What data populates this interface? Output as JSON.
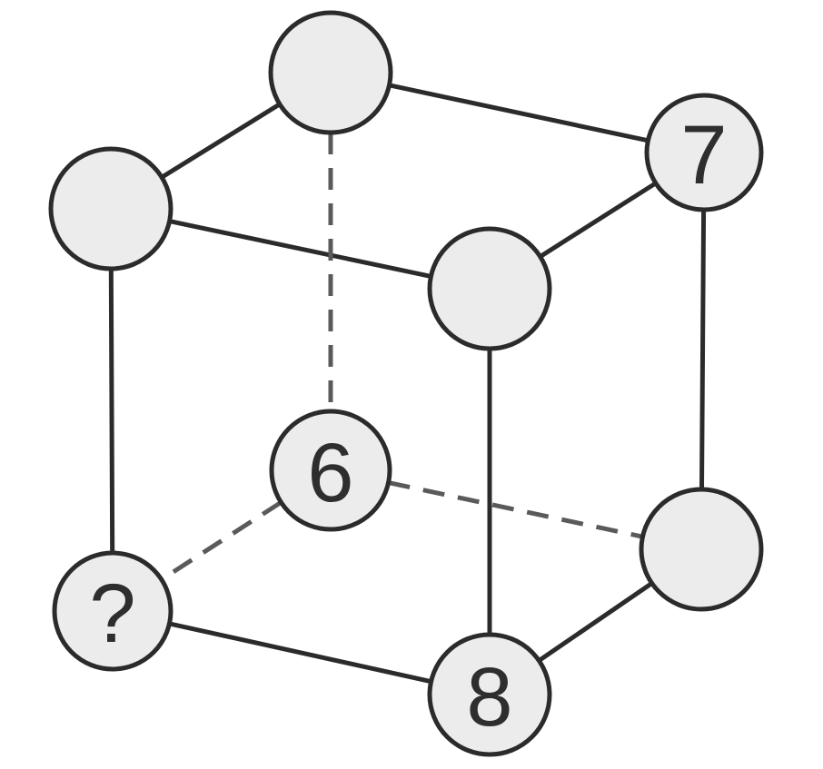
{
  "diagram": {
    "type": "cube-number-puzzle",
    "colors": {
      "edge": "#2b2b2b",
      "hidden_edge": "#5a5a5a",
      "node_fill": "#ececec",
      "label": "#2e2e2e"
    },
    "nodes": [
      {
        "id": "top-back",
        "label": ""
      },
      {
        "id": "top-left",
        "label": ""
      },
      {
        "id": "top-right",
        "label": "7"
      },
      {
        "id": "top-front",
        "label": ""
      },
      {
        "id": "bottom-back",
        "label": "6"
      },
      {
        "id": "bottom-right",
        "label": ""
      },
      {
        "id": "bottom-left",
        "label": "?"
      },
      {
        "id": "bottom-front",
        "label": "8"
      }
    ],
    "edges": [
      {
        "from": "top-back",
        "to": "top-left",
        "style": "solid"
      },
      {
        "from": "top-back",
        "to": "top-right",
        "style": "solid"
      },
      {
        "from": "top-left",
        "to": "top-front",
        "style": "solid"
      },
      {
        "from": "top-right",
        "to": "top-front",
        "style": "solid"
      },
      {
        "from": "top-left",
        "to": "bottom-left",
        "style": "solid"
      },
      {
        "from": "top-front",
        "to": "bottom-front",
        "style": "solid"
      },
      {
        "from": "top-right",
        "to": "bottom-right",
        "style": "solid"
      },
      {
        "from": "bottom-left",
        "to": "bottom-front",
        "style": "solid"
      },
      {
        "from": "bottom-front",
        "to": "bottom-right",
        "style": "solid"
      },
      {
        "from": "top-back",
        "to": "bottom-back",
        "style": "dashed"
      },
      {
        "from": "bottom-back",
        "to": "bottom-left",
        "style": "dashed"
      },
      {
        "from": "bottom-back",
        "to": "bottom-right",
        "style": "dashed"
      }
    ]
  }
}
